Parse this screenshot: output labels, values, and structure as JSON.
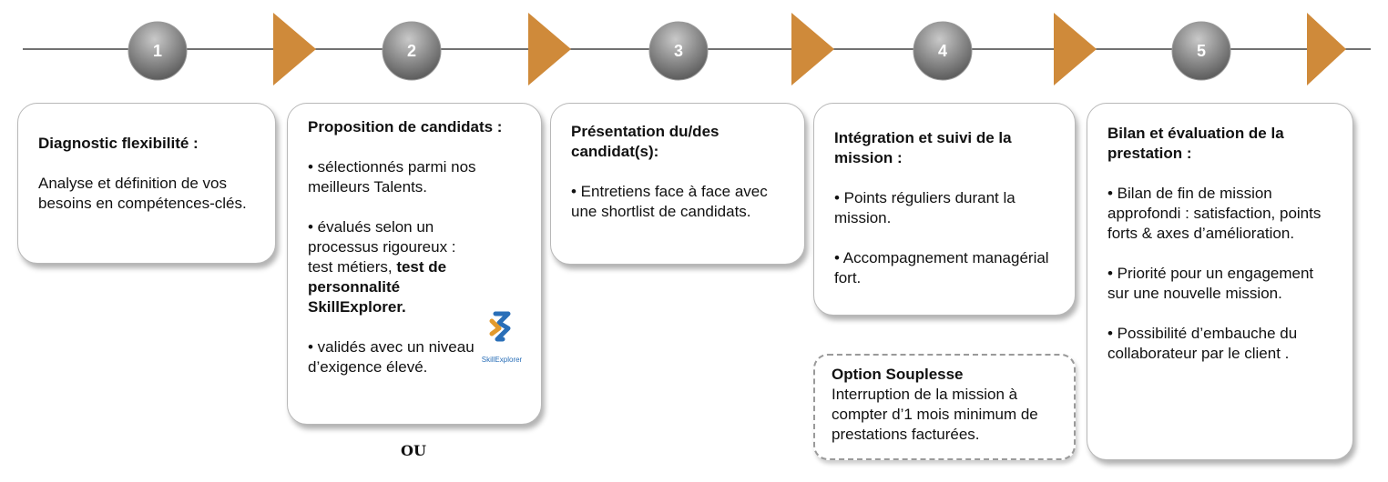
{
  "steps": [
    {
      "number": "1",
      "title": "Diagnostic flexibilité :",
      "paragraphs": [
        "Analyse et définition de vos besoins en compétences-clés."
      ]
    },
    {
      "number": "2",
      "title": "Proposition de candidats :",
      "bullets": {
        "b1": "• sélectionnés parmi nos meilleurs Talents.",
        "b2_plain": "• évalués selon un processus rigoureux : test métiers, ",
        "b2_bold": "test de personnalité SkillExplorer.",
        "b3": "• validés avec un niveau d’exigence élevé."
      },
      "logo_text": "SkillExplorer",
      "logo_icon": "skillexplorer-logo-icon"
    },
    {
      "number": "3",
      "title": "Présentation du/des candidat(s):",
      "paragraphs": [
        "• Entretiens face à face avec une shortlist de candidats."
      ]
    },
    {
      "number": "4",
      "title": "Intégration et suivi de la mission :",
      "paragraphs": [
        "• Points réguliers durant la mission.",
        "• Accompagnement managérial fort."
      ]
    },
    {
      "number": "5",
      "title": "Bilan et évaluation de la prestation :",
      "paragraphs": [
        "• Bilan de fin de mission approfondi : satisfaction, points forts & axes d’amélioration.",
        "• Priorité pour un engagement sur une nouvelle mission.",
        "• Possibilité d’embauche du collaborateur par le client ."
      ]
    }
  ],
  "option": {
    "title": "Option Souplesse",
    "text": "Interruption de la mission à compter d’1 mois minimum de prestations facturées."
  },
  "ou_label": "OU",
  "colors": {
    "arrow": "#cf8a3a",
    "circle_dark": "#6e6e6e",
    "circle_light": "#b5b5b5",
    "line": "#444444",
    "card_border": "#b8b8b8"
  }
}
